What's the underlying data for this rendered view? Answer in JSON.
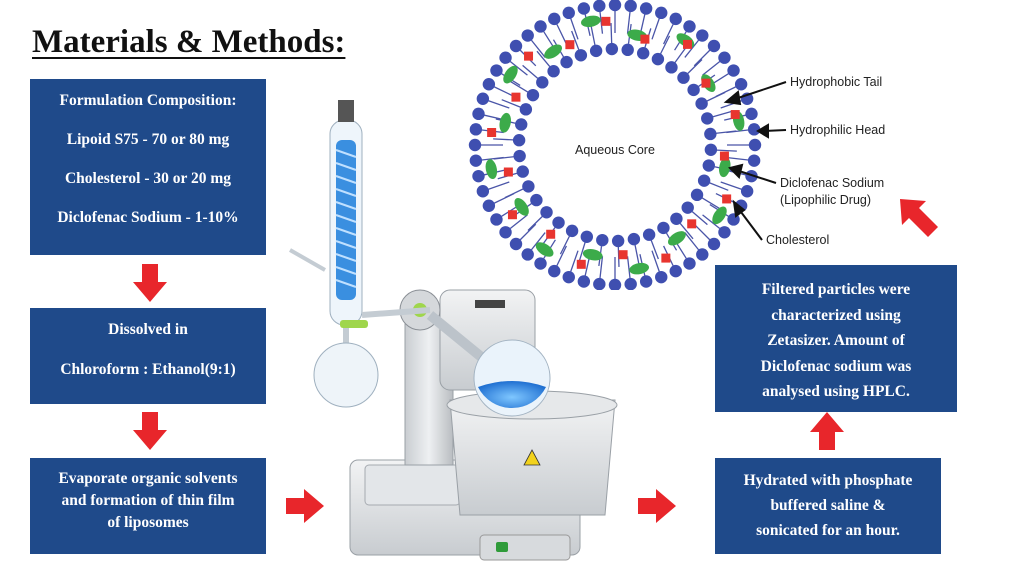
{
  "title": "Materials & Methods:",
  "composition": {
    "heading": "Formulation Composition:",
    "items": [
      "Lipoid S75 - 70 or 80 mg",
      "Cholesterol - 30 or 20 mg",
      "Diclofenac Sodium - 1-10%"
    ]
  },
  "dissolve": {
    "line1": "Dissolved in",
    "line2": "Chloroform : Ethanol(9:1)"
  },
  "evaporate": {
    "lines": [
      "Evaporate organic solvents",
      "and formation of  thin film",
      "of liposomes"
    ]
  },
  "hydrate": {
    "lines": [
      "Hydrated with phosphate",
      "buffered saline &",
      "sonicated for an hour."
    ]
  },
  "characterize": {
    "lines": [
      "Filtered particles were",
      "characterized using",
      "Zetasizer. Amount of",
      "Diclofenac sodium was",
      "analysed using HPLC."
    ]
  },
  "liposome_labels": {
    "core": "Aqueous Core",
    "tail": "Hydrophobic Tail",
    "head": "Hydrophilic Head",
    "drug_line1": "Diclofenac Sodium",
    "drug_line2": "(Lipophilic Drug)",
    "cholesterol": "Cholesterol"
  },
  "colors": {
    "box": "#1f4a8a",
    "arrow": "#e8262b",
    "lipid_head": "#3f4fb0",
    "drug": "#e8352f",
    "cholesterol": "#3cab4a"
  }
}
